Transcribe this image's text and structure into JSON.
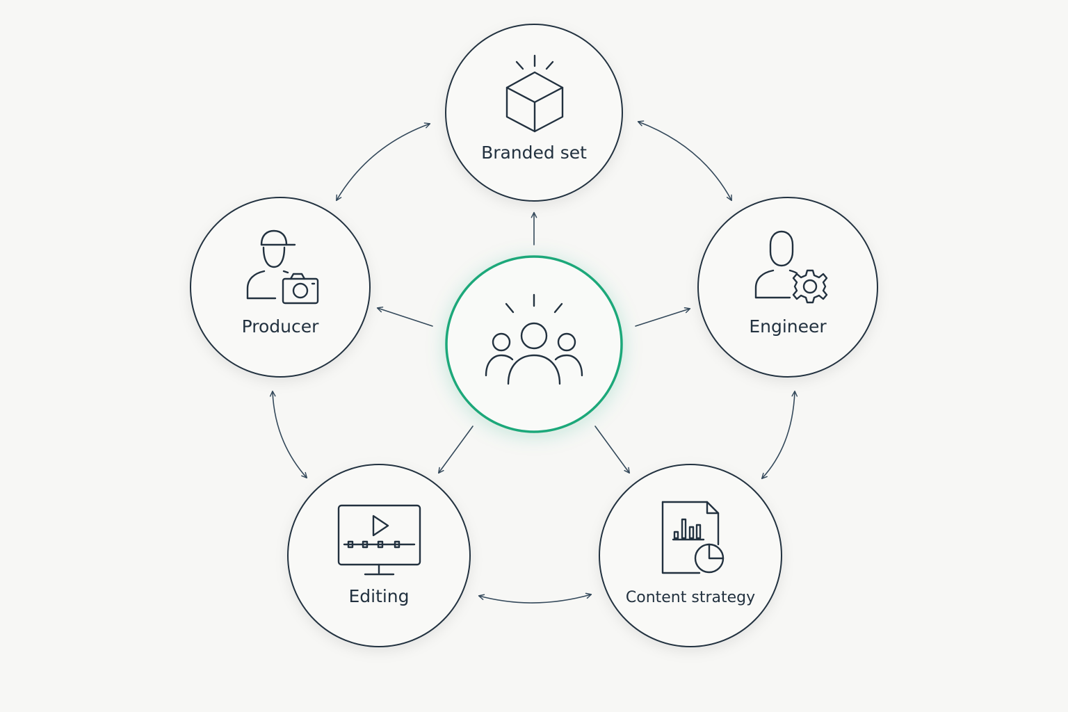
{
  "diagram": {
    "center": {
      "icon": "team-icon"
    },
    "nodes": [
      {
        "id": "branded-set",
        "label": "Branded set",
        "icon": "box-icon"
      },
      {
        "id": "producer",
        "label": "Producer",
        "icon": "producer-camera-icon"
      },
      {
        "id": "engineer",
        "label": "Engineer",
        "icon": "engineer-gear-icon"
      },
      {
        "id": "editing",
        "label": "Editing",
        "icon": "video-editing-monitor-icon"
      },
      {
        "id": "content-strategy",
        "label": "Content strategy",
        "icon": "report-chart-icon"
      }
    ],
    "connections": {
      "from_center": [
        "branded-set",
        "producer",
        "engineer",
        "editing",
        "content-strategy"
      ],
      "bidirectional": [
        [
          "producer",
          "branded-set"
        ],
        [
          "branded-set",
          "engineer"
        ],
        [
          "engineer",
          "content-strategy"
        ],
        [
          "editing",
          "content-strategy"
        ],
        [
          "producer",
          "editing"
        ]
      ]
    },
    "colors": {
      "background": "#f7f7f5",
      "stroke": "#22313f",
      "center_accent": "#1fa87a"
    }
  }
}
